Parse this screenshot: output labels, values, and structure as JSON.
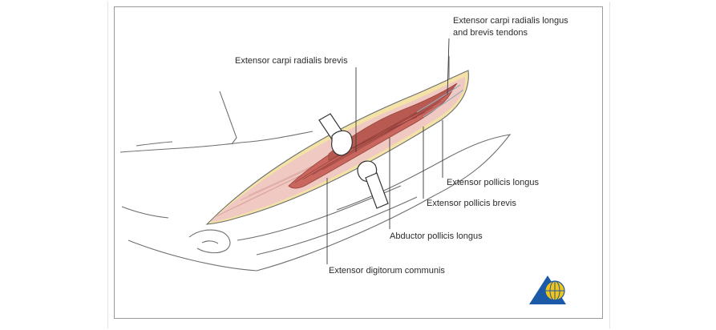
{
  "labels": {
    "ecrl_brevis_tendons_line1": "Extensor carpi radialis longus",
    "ecrl_brevis_tendons_line2": "and brevis tendons",
    "ecr_brevis": "Extensor carpi radialis brevis",
    "epl": "Extensor pollicis longus",
    "epb": "Extensor pollicis brevis",
    "apl": "Abductor pollicis longus",
    "edc": "Extensor digitorum communis"
  },
  "colors": {
    "muscle": "#d9827d",
    "muscle_dark": "#b2574f",
    "muscle_light": "#f1c9c3",
    "fat": "#f3e3a6",
    "outline": "#6e6e6e",
    "leader": "#3a3a3a",
    "logo_blue": "#1c5aa8",
    "logo_yellow": "#f2c417"
  },
  "icons": {
    "publisher_logo": "triangle-globe-icon"
  }
}
